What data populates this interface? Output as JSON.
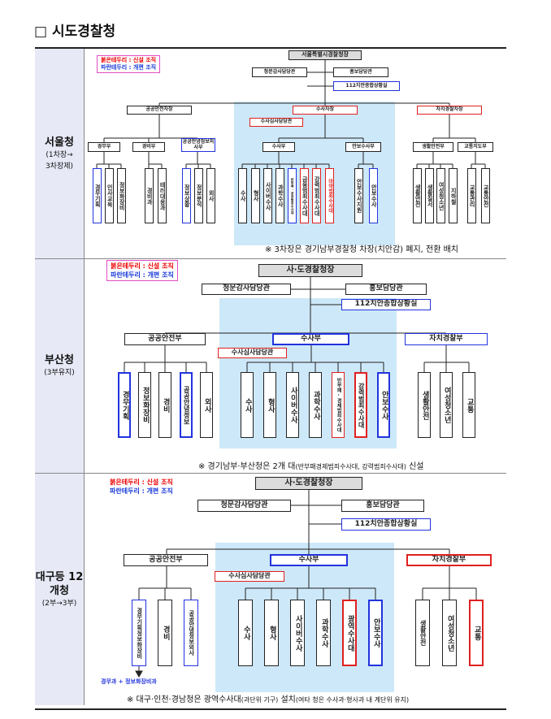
{
  "heading": "□ 시도경찰청",
  "legend": {
    "red": "붉은테두리 : 신설 조직",
    "blue": "파란테두리 : 개편 조직"
  },
  "sections": [
    {
      "name": "서울청",
      "sub1": "(1차장→",
      "sub2": "3차장제)",
      "head": "서울특별시경찰청장",
      "side": [
        "청문감사담당관",
        "홍보담당관",
        "112치안종합상황실"
      ],
      "mid": [
        "공공안전차장",
        "수사차장",
        "자치경찰차장"
      ],
      "coord": "수사심사담당관",
      "bureaus": [
        "경무부",
        "경비부",
        "공공안녕정보외사부",
        "수사부",
        "안보수사부",
        "생활안전부",
        "교통지도부"
      ],
      "units": [
        "경무기획",
        "인사교육",
        "정보화장비",
        "경비과",
        "테러대응과",
        "정보상황",
        "정보분석",
        "외사",
        "수사",
        "형사",
        "사이버수사",
        "과학수사",
        "반부패·공공범죄수사대",
        "금융범죄수사대",
        "강력범죄수사대",
        "마약범죄수사대",
        "안보수사지원",
        "안보수사",
        "생활안전",
        "생활질서",
        "여성청소년",
        "지하철",
        "교통관리",
        "교통안전"
      ],
      "note": "※ 3차장은 경기남부경찰청 차장(치안감) 폐지, 전환 배치"
    },
    {
      "name": "부산청",
      "sub1": "(3부유지)",
      "head": "사·도경찰청장",
      "side": [
        "청문감사담당관",
        "홍보담당관",
        "112치안종합상황실"
      ],
      "mid": [
        "공공안전부",
        "수사부",
        "자치경찰부"
      ],
      "coord": "수사심사담당관",
      "units": [
        "경무기획",
        "정보화장비",
        "경비",
        "공공안녕정보",
        "외사",
        "수사",
        "형사",
        "사이버수사",
        "과학수사",
        "반부패·경제범죄수사대",
        "강력범죄수사대",
        "안보수사",
        "생활안전",
        "여성청소년",
        "교통"
      ],
      "note": "※ 경기남부·부산청은 2개 대",
      "note_small": "(반부패경제범죄수사대, 강력범죄수사대)",
      "note_end": " 신설"
    },
    {
      "name": "대구등 12",
      "name2": "개청",
      "sub1": "(2부→3부)",
      "head": "사·도경찰청장",
      "side": [
        "청문감사담당관",
        "홍보담당관",
        "112치안종합상황실"
      ],
      "mid": [
        "공공안전부",
        "수사부",
        "자치경찰부"
      ],
      "coord": "수사심사담당관",
      "units": [
        "경무기획정보화장비",
        "경비",
        "공공안녕정보외사",
        "수사",
        "형사",
        "사이버수사",
        "과학수사",
        "광역수사대",
        "안보수사",
        "생활안전",
        "여성청소년",
        "교통"
      ],
      "annot": "경무과 + 정보화장비과",
      "note": "※ 대구·인천·경남청은 광역수사대",
      "note_small": "(과단위 기구)",
      "note_end": " 설치",
      "note_small2": "(여타 청은 수사과·형사과 내 계단위 유지)"
    }
  ],
  "colors": {
    "red": "#e02020",
    "blue": "#2233dd",
    "band": "#cde8f8",
    "label_bg": "#e7e9f6"
  }
}
